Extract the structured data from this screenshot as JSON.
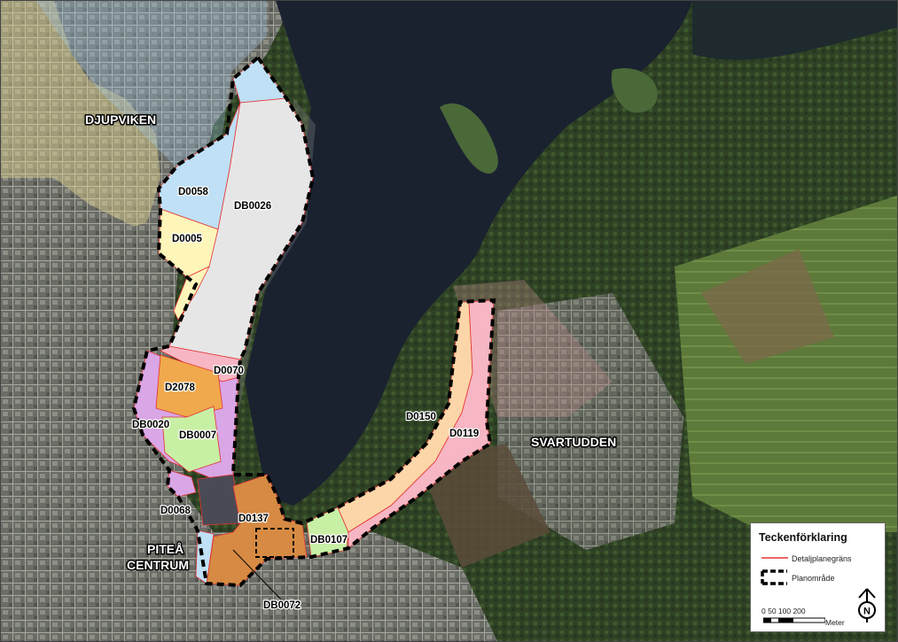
{
  "map": {
    "places": {
      "djupviken": "DJUPVIKEN",
      "svartudden": "SVARTUDDEN",
      "pitea_line1": "PITEÅ",
      "pitea_line2": "CENTRUM"
    },
    "plans": {
      "D0058": "D0058",
      "DB0026": "DB0026",
      "D0005": "D0005",
      "D0070": "D0070",
      "D2078": "D2078",
      "DB0020": "DB0020",
      "DB0007": "DB0007",
      "D0068": "D0068",
      "D0137": "D0137",
      "DB0107": "DB0107",
      "DB0072": "DB0072",
      "D0150": "D0150",
      "D0119": "D0119"
    },
    "colors": {
      "water": "#1b2330",
      "land": "#3a4a2c",
      "urban": "#6d6e68",
      "blue_zone": "#bfe0f5",
      "grey_zone": "#e6e6e6",
      "yellow_zone": "#fdf5b9",
      "orange_zone": "#f0a94c",
      "pink_zone": "#f6b6c3",
      "violet_zone": "#d9a6e6",
      "green_zone": "#c8f0a5",
      "peach_zone": "#fcd6a8",
      "brown_zone": "#d68a43",
      "detail_line": "#e33333",
      "plan_outline": "#000000"
    }
  },
  "legend": {
    "title": "Teckenförklaring",
    "detail_line_label": "Detaljplanegräns",
    "plan_area_label": "Planområde",
    "scale_labels": "0   50 100       200",
    "scale_unit": "Meter",
    "north_icon": "north-arrow-icon"
  }
}
